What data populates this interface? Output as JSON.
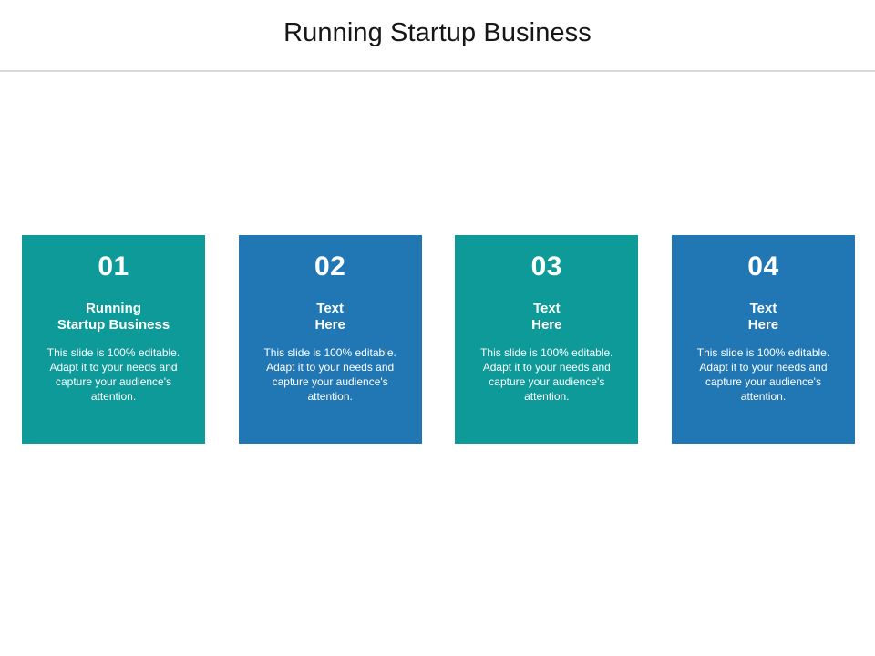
{
  "slide": {
    "title": "Running Startup Business",
    "background_color": "#ffffff",
    "divider_color": "#d9d9d9"
  },
  "palette": {
    "teal": "#0f9a9a",
    "blue": "#2077b4",
    "text_on_card": "#ffffff",
    "title_color": "#161616"
  },
  "cards": [
    {
      "number": "01",
      "heading": "Running\nStartup Business",
      "body": "This slide is 100% editable. Adapt it to your needs and capture your audience's attention.",
      "color": "#0f9a9a"
    },
    {
      "number": "02",
      "heading": "Text\nHere",
      "body": "This slide is 100% editable. Adapt it to your needs and capture your audience's attention.",
      "color": "#2077b4"
    },
    {
      "number": "03",
      "heading": "Text\nHere",
      "body": "This slide is 100% editable. Adapt it to your needs and capture your audience's attention.",
      "color": "#0f9a9a"
    },
    {
      "number": "04",
      "heading": "Text\nHere",
      "body": "This slide is 100% editable. Adapt it to your needs and capture your audience's attention.",
      "color": "#2077b4"
    }
  ]
}
